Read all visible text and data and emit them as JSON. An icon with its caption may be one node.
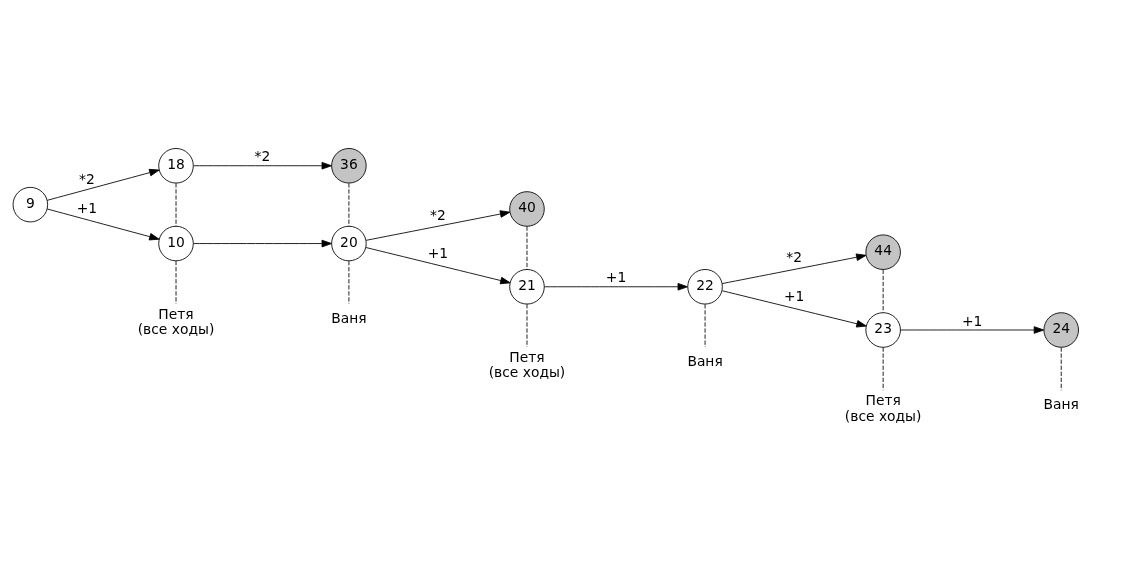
{
  "diagram": {
    "nodes": [
      {
        "text": [
          "9"
        ]
      },
      {
        "text": [
          "18"
        ]
      },
      {
        "text": [
          "36"
        ]
      },
      {
        "text": [
          "10"
        ]
      },
      {
        "text": [
          "20"
        ]
      },
      {
        "text": [
          "40"
        ]
      },
      {
        "text": [
          "21"
        ]
      },
      {
        "text": [
          "22"
        ]
      },
      {
        "text": [
          "44"
        ]
      },
      {
        "text": [
          "23"
        ]
      },
      {
        "text": [
          "24"
        ]
      },
      {
        "text": [
          "Петя (все ходы)"
        ]
      },
      {
        "text": [
          "Ваня"
        ]
      },
      {
        "text": [
          "Петя (все ходы)"
        ]
      },
      {
        "text": [
          "Ваня"
        ]
      },
      {
        "text": [
          "Петя (все ходы)"
        ]
      },
      {
        "text": [
          "Ваня"
        ]
      }
    ],
    "edges": [
      {
        "from": 0,
        "to": 1,
        "arrow": "to",
        "label": "*2"
      },
      {
        "from": 0,
        "to": 3,
        "arrow": "to",
        "label": "+1"
      },
      {
        "from": 1,
        "to": 2,
        "arrow": "to",
        "label": "*2"
      },
      {
        "from": 3,
        "to": 4,
        "arrow": "to"
      },
      {
        "from": 4,
        "to": 5,
        "arrow": "to",
        "label": "*2"
      },
      {
        "from": 4,
        "to": 6,
        "arrow": "to",
        "label": "+1"
      },
      {
        "from": 6,
        "to": 7,
        "arrow": "to",
        "label": "+1"
      },
      {
        "from": 7,
        "to": 8,
        "arrow": "to",
        "label": "*2"
      },
      {
        "from": 7,
        "to": 9,
        "arrow": "to",
        "label": "+1"
      },
      {
        "from": 9,
        "to": 10,
        "arrow": "to",
        "label": "+1"
      },
      {
        "from": 1,
        "to": 3,
        "arrow": "none",
        "style": "dashed"
      },
      {
        "from": 3,
        "to": 11,
        "arrow": "none",
        "style": "dashed"
      },
      {
        "from": 2,
        "to": 4,
        "arrow": "none",
        "style": "dashed"
      },
      {
        "from": 4,
        "to": 12,
        "arrow": "none",
        "style": "dashed"
      },
      {
        "from": 5,
        "to": 6,
        "arrow": "none",
        "style": "dashed"
      },
      {
        "from": 6,
        "to": 13,
        "arrow": "none",
        "style": "dashed"
      },
      {
        "from": 7,
        "to": 14,
        "arrow": "none",
        "style": "dashed"
      },
      {
        "from": 8,
        "to": 9,
        "arrow": "none",
        "style": "dashed"
      },
      {
        "from": 9,
        "to": 15,
        "arrow": "none",
        "style": "dashed"
      },
      {
        "from": 10,
        "to": 16,
        "arrow": "none",
        "style": "dashed"
      }
    ]
  }
}
